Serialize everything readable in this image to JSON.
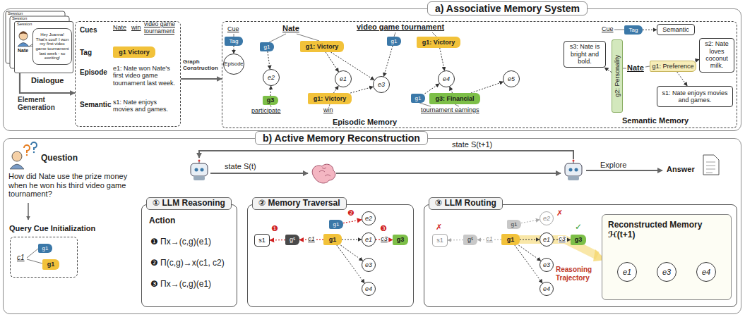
{
  "diagram": {
    "nodes": [
      {
        "text": [
          "a) Associative Memory System"
        ]
      },
      {
        "text": [
          "Session"
        ],
        "in": 0
      },
      {
        "text": [
          "Hey Joanna! That's cool! I won my first video game tournament last week - so exciting!"
        ],
        "in": 1
      },
      {
        "text": [
          "Cues",
          "Tag",
          "Episode",
          "Semantic"
        ],
        "in": 0
      },
      {
        "text": [
          "g1 Victory"
        ],
        "in": 3
      },
      {
        "text": [
          "Episodic Memory",
          "Semantic Memory"
        ],
        "in": 0
      },
      {
        "text": [
          "Tag"
        ],
        "in": 5
      },
      {
        "text": [
          "Episode"
        ],
        "in": 5
      },
      {
        "text": [
          "g1"
        ],
        "in": 5
      },
      {
        "text": [
          "g1: Victory"
        ],
        "in": 5
      },
      {
        "text": [
          "g1"
        ],
        "in": 5
      },
      {
        "text": [
          "g1: Victory"
        ],
        "in": 5
      },
      {
        "text": [
          "e2"
        ],
        "in": 5
      },
      {
        "text": [
          "e1"
        ],
        "in": 5
      },
      {
        "text": [
          "e3"
        ],
        "in": 5
      },
      {
        "text": [
          "e4"
        ],
        "in": 5
      },
      {
        "text": [
          "e5"
        ],
        "in": 5
      },
      {
        "text": [
          "g3"
        ],
        "in": 5
      },
      {
        "text": [
          "g1: Victory"
        ],
        "in": 5
      },
      {
        "text": [
          "g1"
        ],
        "in": 5
      },
      {
        "text": [
          "g3: Financial"
        ],
        "in": 5
      },
      {
        "text": [
          "Tag"
        ],
        "in": 5
      },
      {
        "text": [
          "Semantic"
        ],
        "in": 5
      },
      {
        "text": [
          "s3: Nate is bright and bold."
        ],
        "in": 5
      },
      {
        "text": [
          "g2: Personality"
        ],
        "in": 5
      },
      {
        "text": [
          "g1: Preference"
        ],
        "in": 5
      },
      {
        "text": [
          "s2: Nate loves coconut milk."
        ],
        "in": 5
      },
      {
        "text": [
          "s1: Nate enjoys movies and games."
        ],
        "in": 5
      },
      {
        "text": [
          "b) Active Memory Reconstruction"
        ]
      },
      {
        "text": [
          "Query Cue Initialization"
        ],
        "in": 28
      },
      {
        "text": [
          "g1"
        ],
        "in": 29
      },
      {
        "text": [
          "g1"
        ],
        "in": 29
      },
      {
        "text": [
          "① LLM Reasoning",
          "Action",
          "❶ Πx→(c,g)(e1)",
          "❷ Π(c,g)→x(c1, c2)",
          "❸ Πx→(c,g)(e1)"
        ],
        "in": 28
      },
      {
        "text": [
          "② Memory Traversal"
        ],
        "in": 28
      },
      {
        "text": [
          "s1"
        ],
        "in": 33
      },
      {
        "text": [
          "gˢ"
        ],
        "in": 33
      },
      {
        "text": [
          "g1"
        ],
        "in": 33
      },
      {
        "text": [
          "g1"
        ],
        "in": 33
      },
      {
        "text": [
          "e2"
        ],
        "in": 33
      },
      {
        "text": [
          "e1"
        ],
        "in": 33
      },
      {
        "text": [
          "e3"
        ],
        "in": 33
      },
      {
        "text": [
          "e4"
        ],
        "in": 33
      },
      {
        "text": [
          "g3"
        ],
        "in": 33
      },
      {
        "text": [
          "③ LLM Routing",
          "Reasoning Trajectory"
        ],
        "in": 28
      },
      {
        "text": [
          "s1"
        ],
        "in": 43
      },
      {
        "text": [
          "gˢ"
        ],
        "in": 43
      },
      {
        "text": [
          "g1"
        ],
        "in": 43
      },
      {
        "text": [
          "g1"
        ],
        "in": 43
      },
      {
        "text": [
          "e2"
        ],
        "in": 43
      },
      {
        "text": [
          "e1"
        ],
        "in": 43
      },
      {
        "text": [
          "e3"
        ],
        "in": 43
      },
      {
        "text": [
          "e4"
        ],
        "in": 43
      },
      {
        "text": [
          "g3"
        ],
        "in": 43
      },
      {
        "text": [
          "Reconstructed Memory ℋ(t+1)"
        ],
        "in": 43
      },
      {
        "text": [
          "e1"
        ],
        "in": 53
      },
      {
        "text": [
          "e3"
        ],
        "in": 53
      },
      {
        "text": [
          "e4"
        ],
        "in": 53
      }
    ],
    "edges": [
      {
        "from": 1,
        "to": 3,
        "arrow": "to",
        "label": "Element Generation"
      },
      {
        "from": 3,
        "to": 5,
        "arrow": "to",
        "label": "Graph Construction"
      },
      {
        "from": 6,
        "to": 7,
        "arrow": "to"
      },
      {
        "from": 8,
        "to": 12,
        "arrow": "to"
      },
      {
        "from": 9,
        "to": 13,
        "arrow": "to"
      },
      {
        "from": 9,
        "to": 14,
        "arrow": "to"
      },
      {
        "from": 10,
        "to": 14,
        "arrow": "to"
      },
      {
        "from": 11,
        "to": 15,
        "arrow": "to"
      },
      {
        "from": 17,
        "to": 12,
        "arrow": "to"
      },
      {
        "from": 18,
        "to": 13,
        "arrow": "to"
      },
      {
        "from": 18,
        "to": 14,
        "arrow": "to"
      },
      {
        "from": 19,
        "to": 15,
        "arrow": "to"
      },
      {
        "from": 20,
        "to": 16,
        "arrow": "to"
      },
      {
        "from": 20,
        "to": 15,
        "arrow": "to"
      },
      {
        "from": 21,
        "to": 22,
        "arrow": "to"
      },
      {
        "from": 24,
        "to": 23,
        "arrow": "to"
      },
      {
        "from": 25,
        "to": 26,
        "arrow": "to"
      },
      {
        "from": 25,
        "to": 27,
        "arrow": "to"
      },
      {
        "from": 35,
        "to": 34,
        "arrow": "to"
      },
      {
        "from": 37,
        "to": 35,
        "arrow": "to",
        "label": "c1"
      },
      {
        "from": 36,
        "to": 38,
        "arrow": "to"
      },
      {
        "from": 37,
        "to": 39,
        "arrow": "to"
      },
      {
        "from": 37,
        "to": 40,
        "arrow": "to"
      },
      {
        "from": 37,
        "to": 41,
        "arrow": "to"
      },
      {
        "from": 39,
        "to": 42,
        "arrow": "to",
        "label": "c3"
      },
      {
        "from": 45,
        "to": 44,
        "arrow": "to"
      },
      {
        "from": 47,
        "to": 45,
        "arrow": "to",
        "label": "c1"
      },
      {
        "from": 46,
        "to": 48,
        "arrow": "to"
      },
      {
        "from": 47,
        "to": 49,
        "arrow": "to"
      },
      {
        "from": 47,
        "to": 50,
        "arrow": "to"
      },
      {
        "from": 47,
        "to": 51,
        "arrow": "to"
      },
      {
        "from": 49,
        "to": 52,
        "arrow": "to",
        "label": "c3"
      }
    ],
    "labels": [
      "Session",
      "Session",
      "Nate",
      "Dialogue",
      "Nate",
      "win",
      "video game tournament",
      "e1: Nate won Nate's first video game tournament last week.",
      "s1: Nate enjoys movies and games.",
      "Cue",
      "Nate",
      "video game tournament",
      "participate",
      "win",
      "tournament earnings",
      "Cue",
      "Nate",
      "Question",
      "How did Nate use the prize money when he won his third video game tournament?",
      "c1",
      "state S(t)",
      "state S(t+1)",
      "Explore",
      "Answer",
      "❶",
      "❷",
      "❸",
      "✗",
      "✗",
      "✓"
    ]
  }
}
